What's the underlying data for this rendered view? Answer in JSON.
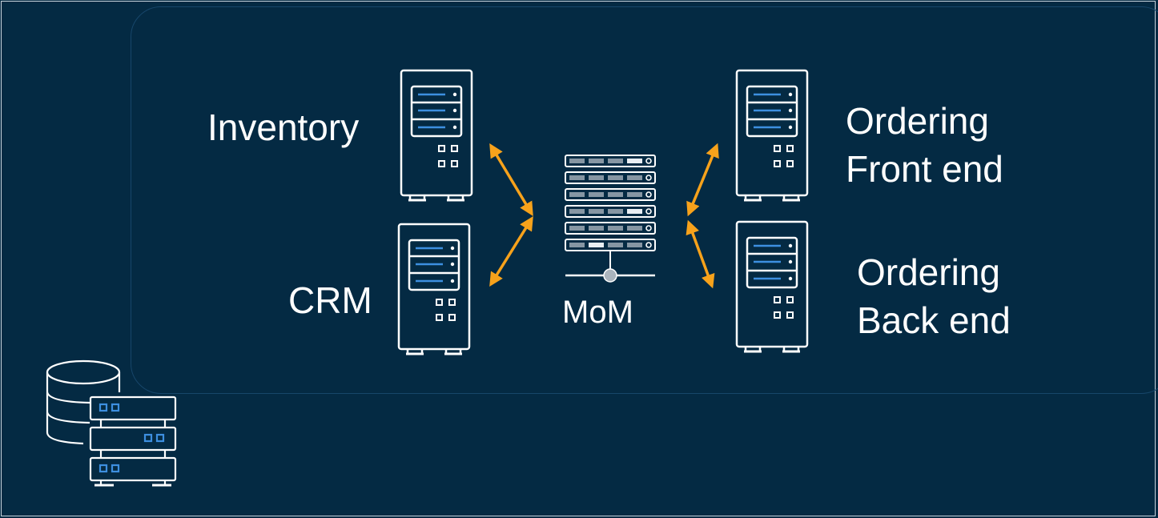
{
  "nodes": {
    "inventory": {
      "label": "Inventory"
    },
    "crm": {
      "label": "CRM"
    },
    "mom": {
      "label": "MoM"
    },
    "ordering_front": {
      "line1": "Ordering",
      "line2": "Front end"
    },
    "ordering_back": {
      "line1": "Ordering",
      "line2": "Back end"
    }
  },
  "icons": {
    "tower_server": "tower-server-icon",
    "rack_server": "rack-server-icon",
    "database_server": "database-server-icon"
  },
  "colors": {
    "background": "#042a43",
    "arrow": "#f7a21b",
    "icon_stroke": "#ffffff",
    "icon_accent": "#3d8fe0"
  }
}
